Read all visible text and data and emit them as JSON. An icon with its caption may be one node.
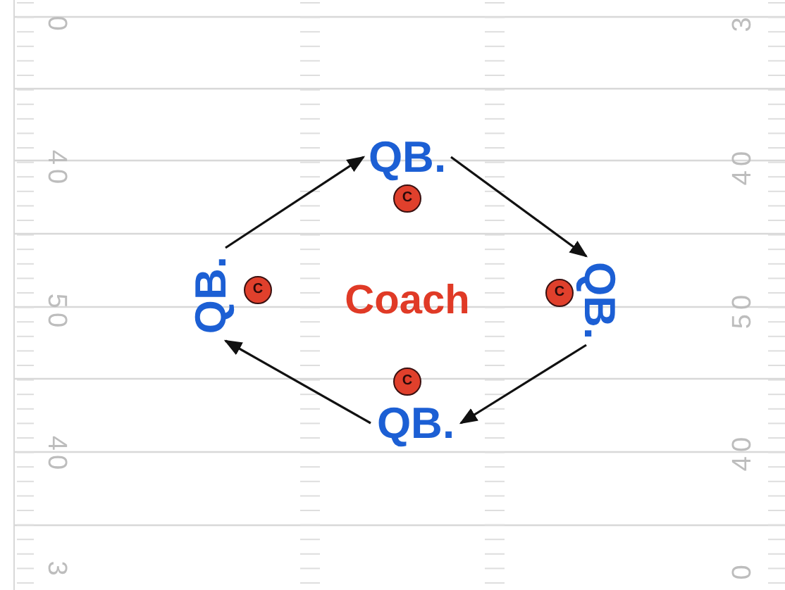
{
  "diagram": {
    "nodes": [
      {
        "text": [
          "QB."
        ]
      },
      {
        "text": [
          "C"
        ]
      },
      {
        "text": [
          "QB."
        ]
      },
      {
        "text": [
          "C"
        ]
      },
      {
        "text": [
          "C"
        ]
      },
      {
        "text": [
          "QB."
        ]
      },
      {
        "text": [
          "C"
        ]
      },
      {
        "text": [
          "QB."
        ]
      }
    ],
    "edges": [
      {
        "from": 2,
        "to": 0,
        "arrow": "to"
      },
      {
        "from": 0,
        "to": 5,
        "arrow": "to"
      },
      {
        "from": 5,
        "to": 7,
        "arrow": "to"
      },
      {
        "from": 7,
        "to": 2,
        "arrow": "to"
      }
    ],
    "labels": [
      "0",
      "40",
      "50",
      "40",
      "3",
      "3",
      "40",
      "50",
      "40",
      "0",
      "Coach"
    ]
  }
}
